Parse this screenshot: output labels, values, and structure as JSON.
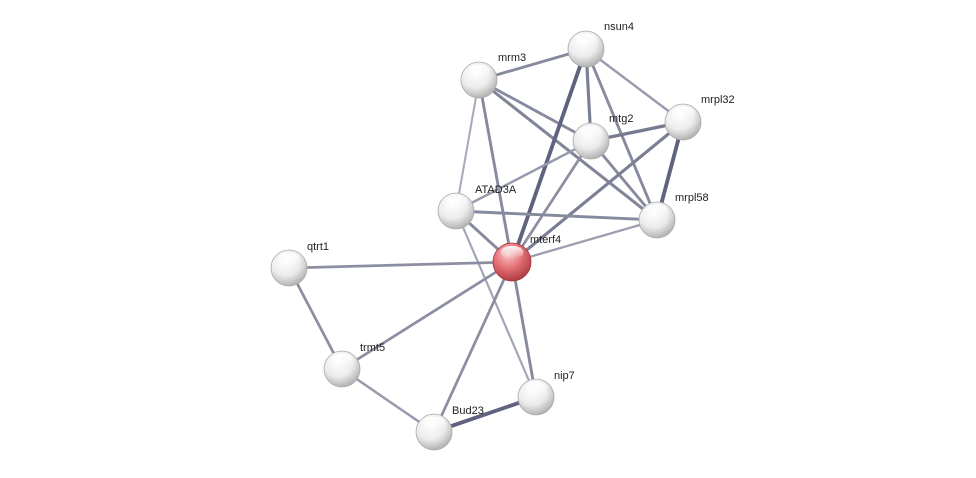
{
  "network": {
    "nodes": [
      {
        "id": "nsun4",
        "label": "nsun4",
        "query": false
      },
      {
        "id": "mrm3",
        "label": "mrm3",
        "query": false
      },
      {
        "id": "mrpl32",
        "label": "mrpl32",
        "query": false
      },
      {
        "id": "mtg2",
        "label": "mtg2",
        "query": false
      },
      {
        "id": "mrpl58",
        "label": "mrpl58",
        "query": false
      },
      {
        "id": "ATAD3A",
        "label": "ATAD3A",
        "query": false
      },
      {
        "id": "mterf4",
        "label": "mterf4",
        "query": true
      },
      {
        "id": "qtrt1",
        "label": "qtrt1",
        "query": false
      },
      {
        "id": "trmt5",
        "label": "trmt5",
        "query": false
      },
      {
        "id": "nip7",
        "label": "nip7",
        "query": false
      },
      {
        "id": "Bud23",
        "label": "Bud23",
        "query": false
      }
    ],
    "edges": [
      {
        "source": "mrm3",
        "target": "nsun4",
        "strength": 0.6
      },
      {
        "source": "mrm3",
        "target": "mtg2",
        "strength": 0.6
      },
      {
        "source": "mrm3",
        "target": "mrpl58",
        "strength": 0.65
      },
      {
        "source": "mrm3",
        "target": "ATAD3A",
        "strength": 0.3
      },
      {
        "source": "mrm3",
        "target": "mterf4",
        "strength": 0.6
      },
      {
        "source": "nsun4",
        "target": "mtg2",
        "strength": 0.7
      },
      {
        "source": "nsun4",
        "target": "mrpl32",
        "strength": 0.45
      },
      {
        "source": "nsun4",
        "target": "mrpl58",
        "strength": 0.6
      },
      {
        "source": "nsun4",
        "target": "mterf4",
        "strength": 0.95
      },
      {
        "source": "mtg2",
        "target": "mrpl32",
        "strength": 0.75
      },
      {
        "source": "mtg2",
        "target": "mrpl58",
        "strength": 0.6
      },
      {
        "source": "mtg2",
        "target": "ATAD3A",
        "strength": 0.45
      },
      {
        "source": "mtg2",
        "target": "mterf4",
        "strength": 0.55
      },
      {
        "source": "mrpl32",
        "target": "mrpl58",
        "strength": 0.95
      },
      {
        "source": "mrpl32",
        "target": "mterf4",
        "strength": 0.7
      },
      {
        "source": "ATAD3A",
        "target": "mrpl58",
        "strength": 0.6
      },
      {
        "source": "ATAD3A",
        "target": "mterf4",
        "strength": 0.6
      },
      {
        "source": "ATAD3A",
        "target": "nip7",
        "strength": 0.35
      },
      {
        "source": "mterf4",
        "target": "mrpl58",
        "strength": 0.4
      },
      {
        "source": "mterf4",
        "target": "qtrt1",
        "strength": 0.55
      },
      {
        "source": "mterf4",
        "target": "trmt5",
        "strength": 0.55
      },
      {
        "source": "mterf4",
        "target": "Bud23",
        "strength": 0.55
      },
      {
        "source": "mterf4",
        "target": "nip7",
        "strength": 0.6
      },
      {
        "source": "qtrt1",
        "target": "trmt5",
        "strength": 0.55
      },
      {
        "source": "trmt5",
        "target": "Bud23",
        "strength": 0.45
      },
      {
        "source": "Bud23",
        "target": "nip7",
        "strength": 0.95
      }
    ],
    "colors": {
      "query_node": "#e36e74",
      "query_node_dark": "#a8383e",
      "node": "#f2f2f2",
      "node_dark": "#a9a9a9",
      "edge_strong": "#5a5e78",
      "edge_weak": "#c9cbd6",
      "label": "#222222"
    }
  }
}
